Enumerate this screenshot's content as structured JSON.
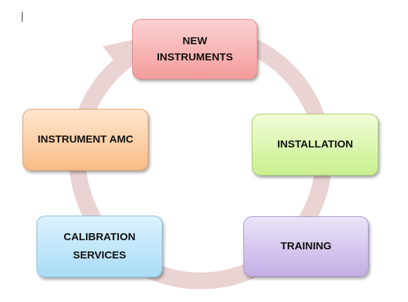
{
  "diagram": {
    "nodes": [
      {
        "id": "new-instruments",
        "lines": [
          "NEW",
          "INSTRUMENTS"
        ],
        "color": "#f49c9c"
      },
      {
        "id": "installation",
        "lines": [
          "INSTALLATION"
        ],
        "color": "#c8f08e"
      },
      {
        "id": "training",
        "lines": [
          "TRAINING"
        ],
        "color": "#c3aee6"
      },
      {
        "id": "calibration-services",
        "lines": [
          "CALIBRATION",
          "SERVICES"
        ],
        "color": "#a8dcf6"
      },
      {
        "id": "instrument-amc",
        "lines": [
          "INSTRUMENT AMC"
        ],
        "color": "#f9bc87"
      }
    ],
    "cycle_arrow_color": "#e8cfcf",
    "cycle_direction": "clockwise"
  }
}
